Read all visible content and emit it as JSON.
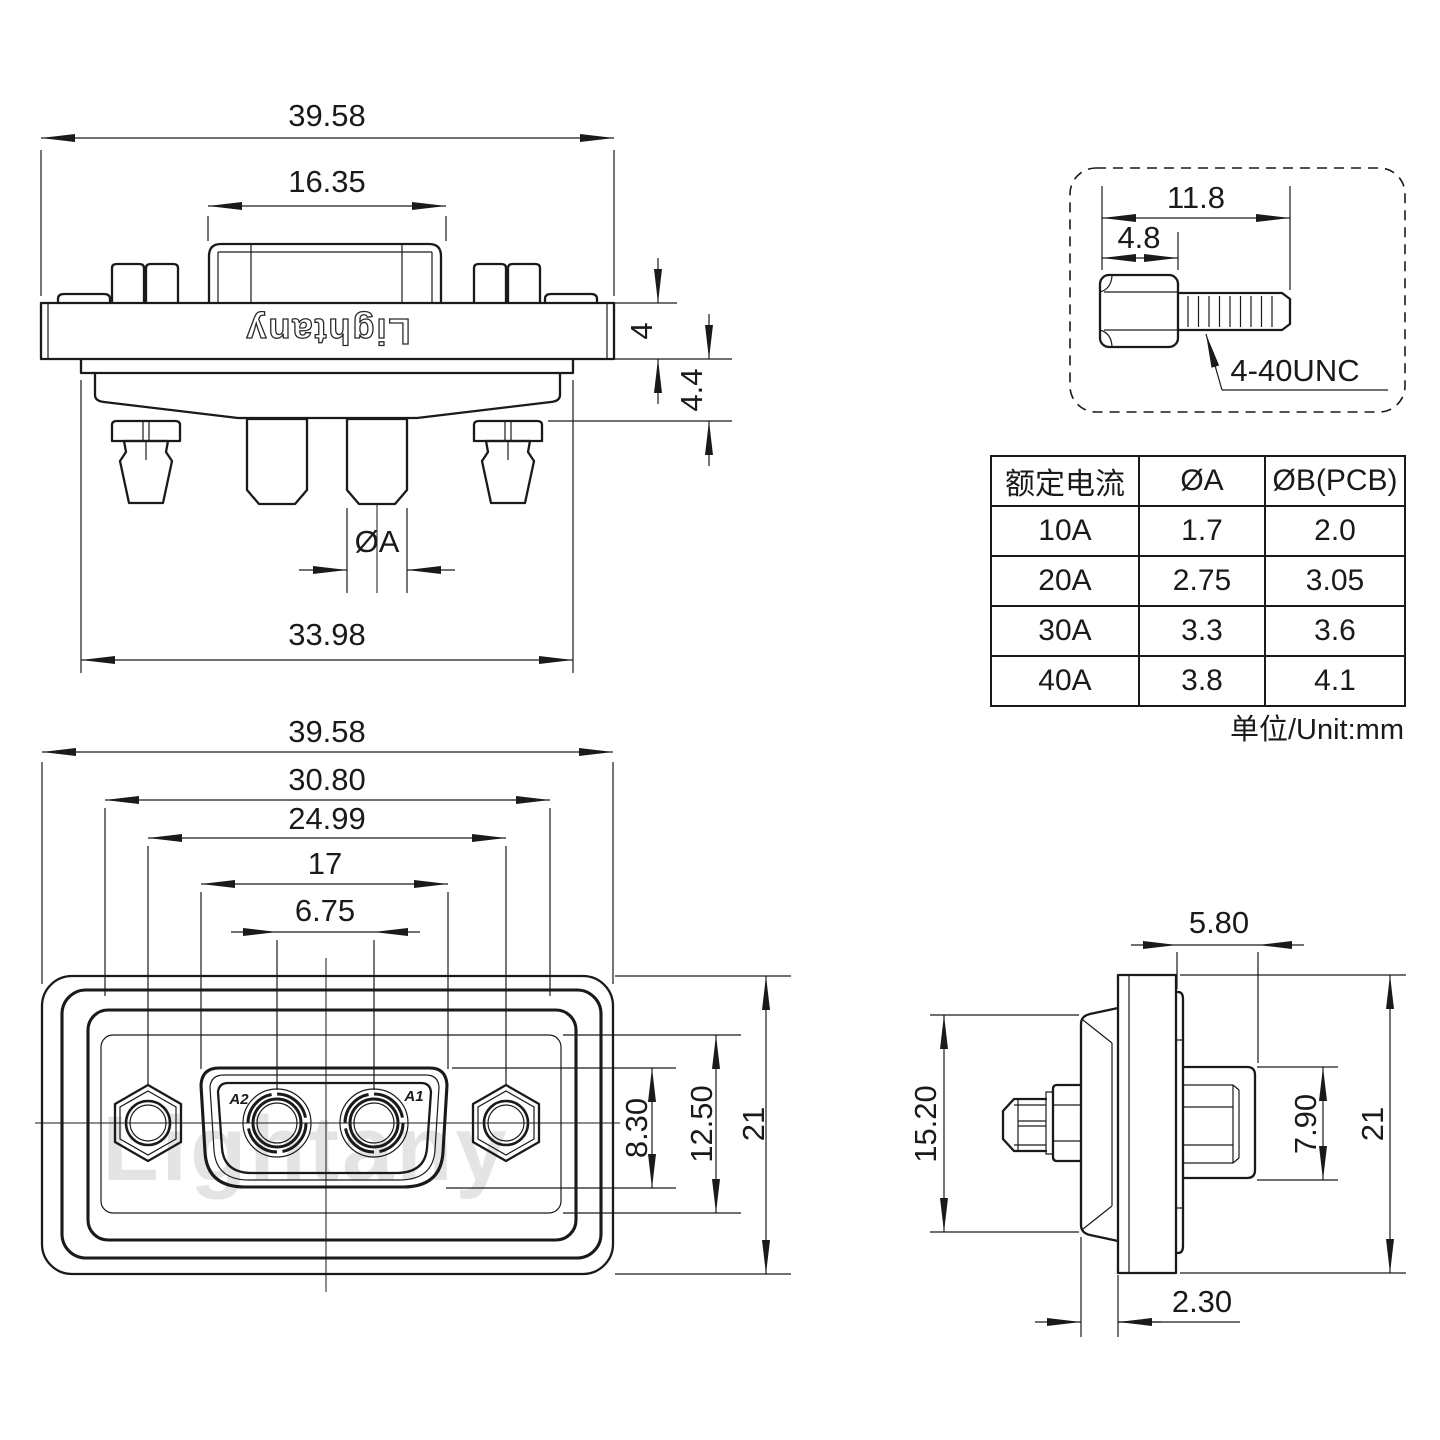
{
  "watermark_text": "Lightany",
  "logo_text": "Lightany",
  "top_view": {
    "dim_overall_width": "39.58",
    "dim_cap_width": "16.35",
    "dim_flange_thickness": "4",
    "dim_step_height": "4.4",
    "dim_body_width": "33.98",
    "dim_pin_diameter": "ØA"
  },
  "screw_detail": {
    "dim_total_length": "11.8",
    "dim_head_length": "4.8",
    "thread_label": "4-40UNC"
  },
  "spec_table": {
    "headers": [
      "额定电流",
      "ØA",
      "ØB(PCB)"
    ],
    "rows": [
      [
        "10A",
        "1.7",
        "2.0"
      ],
      [
        "20A",
        "2.75",
        "3.05"
      ],
      [
        "30A",
        "3.3",
        "3.6"
      ],
      [
        "40A",
        "3.8",
        "4.1"
      ]
    ],
    "unit_note": "单位/Unit:mm"
  },
  "front_view": {
    "dim_overall_width": "39.58",
    "dim_flange_width": "30.80",
    "dim_screw_pitch": "24.99",
    "dim_insert_width": "17",
    "dim_contact_pitch": "6.75",
    "dim_insert_height": "8.30",
    "dim_cutout_height": "12.50",
    "dim_overall_height": "21",
    "label_contact_left": "A2",
    "label_contact_right": "A1"
  },
  "side_view": {
    "dim_rear_depth": "5.80",
    "dim_front_shell_height": "15.20",
    "dim_post_height": "7.90",
    "dim_overall_height": "21",
    "dim_shell_offset": "2.30"
  }
}
